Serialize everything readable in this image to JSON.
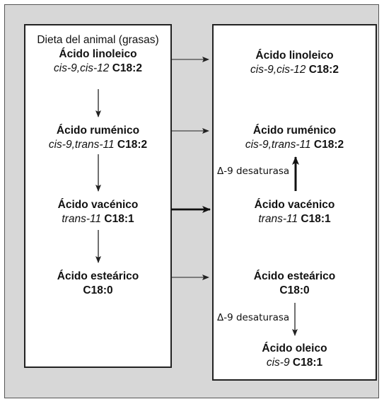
{
  "diet": {
    "header": "Dieta del animal (grasas)",
    "compounds": [
      {
        "name": "Ácido linoleico",
        "formula_italic": "cis-9,cis-12",
        "formula_bold": "C18:2"
      },
      {
        "name": "Ácido ruménico",
        "formula_italic": "cis-9,trans-11",
        "formula_bold": "C18:2"
      },
      {
        "name": "Ácido vacénico",
        "formula_italic": "trans-11",
        "formula_bold": "C18:1"
      },
      {
        "name": "Ácido esteárico",
        "formula_italic": "",
        "formula_bold": "C18:0"
      }
    ]
  },
  "product": {
    "compounds": [
      {
        "name": "Ácido linoleico",
        "formula_italic": "cis-9,cis-12",
        "formula_bold": "C18:2"
      },
      {
        "name": "Ácido ruménico",
        "formula_italic": "cis-9,trans-11",
        "formula_bold": "C18:2"
      },
      {
        "name": "Ácido vacénico",
        "formula_italic": "trans-11",
        "formula_bold": "C18:1"
      },
      {
        "name": "Ácido esteárico",
        "formula_italic": "",
        "formula_bold": "C18:0"
      },
      {
        "name": "Ácido oleico",
        "formula_italic": "cis-9",
        "formula_bold": "C18:1"
      }
    ],
    "enzyme_upper": "Δ-9 desaturasa",
    "enzyme_lower": "Δ-9 desaturasa"
  },
  "colors": {
    "background": "#d7d7d7",
    "panel": "#ffffff",
    "line": "#222222"
  }
}
